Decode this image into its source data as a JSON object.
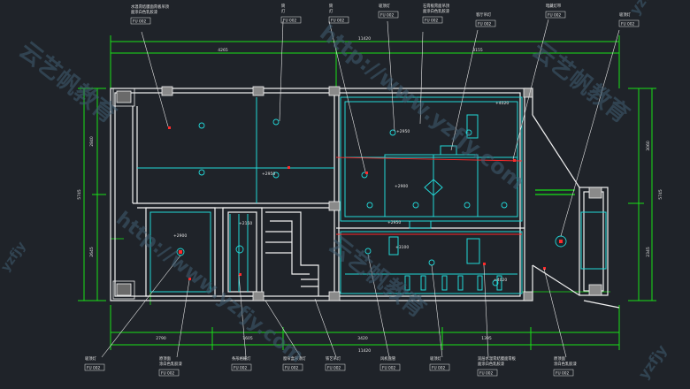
{
  "colors": {
    "background": "#1f2329",
    "wall": "#f2f2f2",
    "dimension": "#18e018",
    "ceiling": "#22d8d8",
    "light": "#ff2a2a",
    "leader": "#e6e6e6",
    "watermark": "#3f5e72"
  },
  "watermark": {
    "url_text": "http://www.yzfjy.com",
    "brand_text": "云艺帆教育",
    "corner_text": "yzfjy"
  },
  "fixture_tag": "FU 002",
  "top_labels": [
    "水温膏结膜面膏板吊顶 面涂白色乳胶漆",
    "筒 灯",
    "筒 灯",
    "吸顶灯",
    "石膏板膏面吊顶 面涂白色乳胶漆",
    "客厅吊灯",
    "暗藏灯带",
    "吸顶灯"
  ],
  "bottom_labels": [
    "吸顶灯",
    "原顶面 涂白色乳胶漆",
    "条形格栅灯",
    "窗帘盒吊顶灯",
    "铁艺吊灯",
    "风机盘管",
    "吸顶灯",
    "双层水温膏结膜面膏板 面涂白色乳胶漆",
    "原顶面 涂白色乳胶漆"
  ],
  "elevations": [
    "+4020",
    "+2950",
    "+2900",
    "+2950",
    "+3100",
    "+4020",
    "+2900",
    "+2150",
    "+2950"
  ],
  "dimensions": {
    "top_total": "11420",
    "top_left": "4265",
    "top_right": "3155",
    "bottom_total": "11420",
    "bottom_a": "2790",
    "bottom_b": "1605",
    "bottom_c": "3420",
    "bottom_d": "1395",
    "left_a": "2840",
    "left_b": "2645",
    "left_total": "5745",
    "right_a": "3060",
    "right_b": "2345",
    "right_total": "5745"
  }
}
